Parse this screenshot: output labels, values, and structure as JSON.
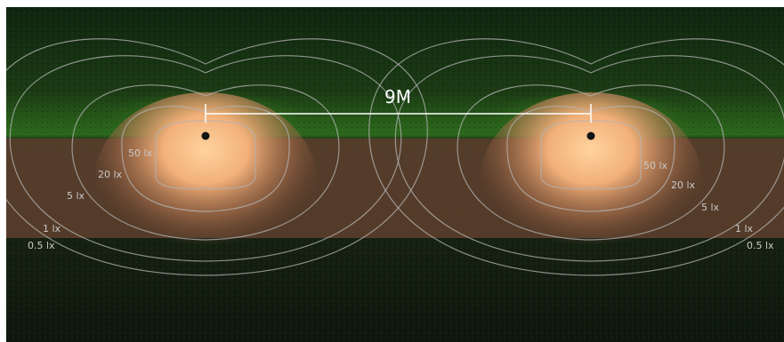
{
  "spacing_label": "9M",
  "left_lamp": {
    "contours": [
      "50 lx",
      "20 lx",
      "5 lx",
      "1 lx",
      "0.5 lx"
    ]
  },
  "right_lamp": {
    "contours": [
      "50 lx",
      "20 lx",
      "5 lx",
      "1 lx",
      "0.5 lx"
    ]
  },
  "colors": {
    "grass": "#14240f",
    "foliage": "#2f6b1c",
    "road": "#6e4b35",
    "light_core": "#ffc98e",
    "contour": "#b4b4b4",
    "lamp": "#141414",
    "dimension_line": "#ffffff"
  }
}
